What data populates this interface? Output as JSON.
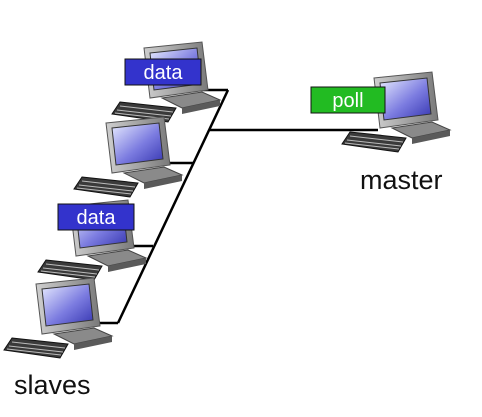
{
  "nodes": {
    "master": {
      "caption": "master",
      "tag": "poll"
    },
    "slaves": {
      "caption": "slaves"
    },
    "slave_1": {
      "tag": "data"
    },
    "slave_3": {
      "tag": "data"
    }
  },
  "colors": {
    "data_tag": "#3333cc",
    "poll_tag": "#22bb22",
    "wire": "#000000",
    "screen": "#5a5ad8",
    "computer_body": "#9a9a9a"
  }
}
